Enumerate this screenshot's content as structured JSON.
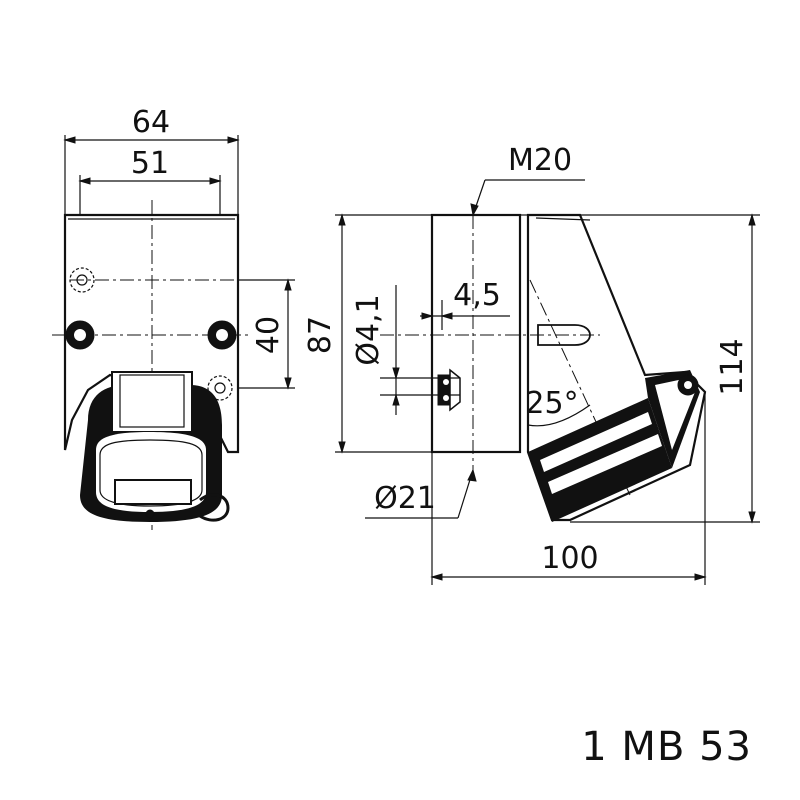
{
  "drawing": {
    "front_view": {
      "width_outer": "64",
      "width_inner": "51",
      "hole_spacing": "40"
    },
    "side_view": {
      "thread": "M20",
      "height_body": "87",
      "hole_diameter": "Ø4,1",
      "offset": "4,5",
      "angle": "25°",
      "cable_diameter": "Ø21",
      "depth": "100",
      "height_total": "114"
    },
    "product_code": "1 MB 53"
  }
}
